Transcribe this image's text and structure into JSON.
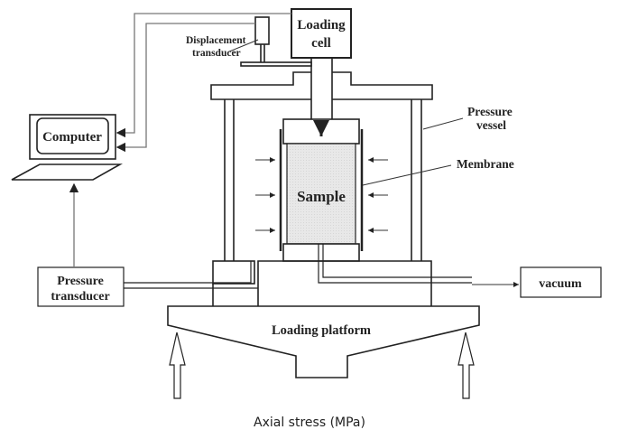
{
  "diagram": {
    "labels": {
      "loading_cell_line1": "Loading",
      "loading_cell_line2": "cell",
      "displacement_line1": "Displacement",
      "displacement_line2": "transducer",
      "computer": "Computer",
      "pressure_vessel_line1": "Pressure",
      "pressure_vessel_line2": "vessel",
      "membrane": "Membrane",
      "sample": "Sample",
      "pressure_transducer_line1": "Pressure",
      "pressure_transducer_line2": "transducer",
      "vacuum": "vacuum",
      "loading_platform": "Loading  platform"
    },
    "caption": "Axial stress (MPa)",
    "colors": {
      "line": "#222222",
      "sample_fill": "#e6e6e6",
      "background": "#ffffff"
    }
  }
}
